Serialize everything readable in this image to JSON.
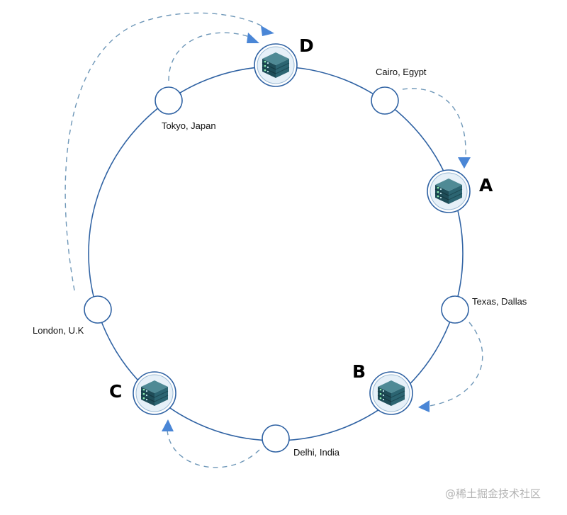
{
  "diagram": {
    "ring_color": "#2f62a3",
    "arrow_color": "#4a86d6",
    "dashed_color": "#6e97b8",
    "server_icon": "server-rack-icon",
    "servers": [
      {
        "id": "d",
        "label": "D"
      },
      {
        "id": "a",
        "label": "A"
      },
      {
        "id": "b",
        "label": "B"
      },
      {
        "id": "c",
        "label": "C"
      }
    ],
    "locations": [
      {
        "id": "tokyo",
        "label": "Tokyo, Japan"
      },
      {
        "id": "cairo",
        "label": "Cairo, Egypt"
      },
      {
        "id": "texas",
        "label": "Texas, Dallas"
      },
      {
        "id": "delhi",
        "label": "Delhi, India"
      },
      {
        "id": "london",
        "label": "London, U.K"
      }
    ],
    "watermark": "@稀土掘金技术社区"
  }
}
